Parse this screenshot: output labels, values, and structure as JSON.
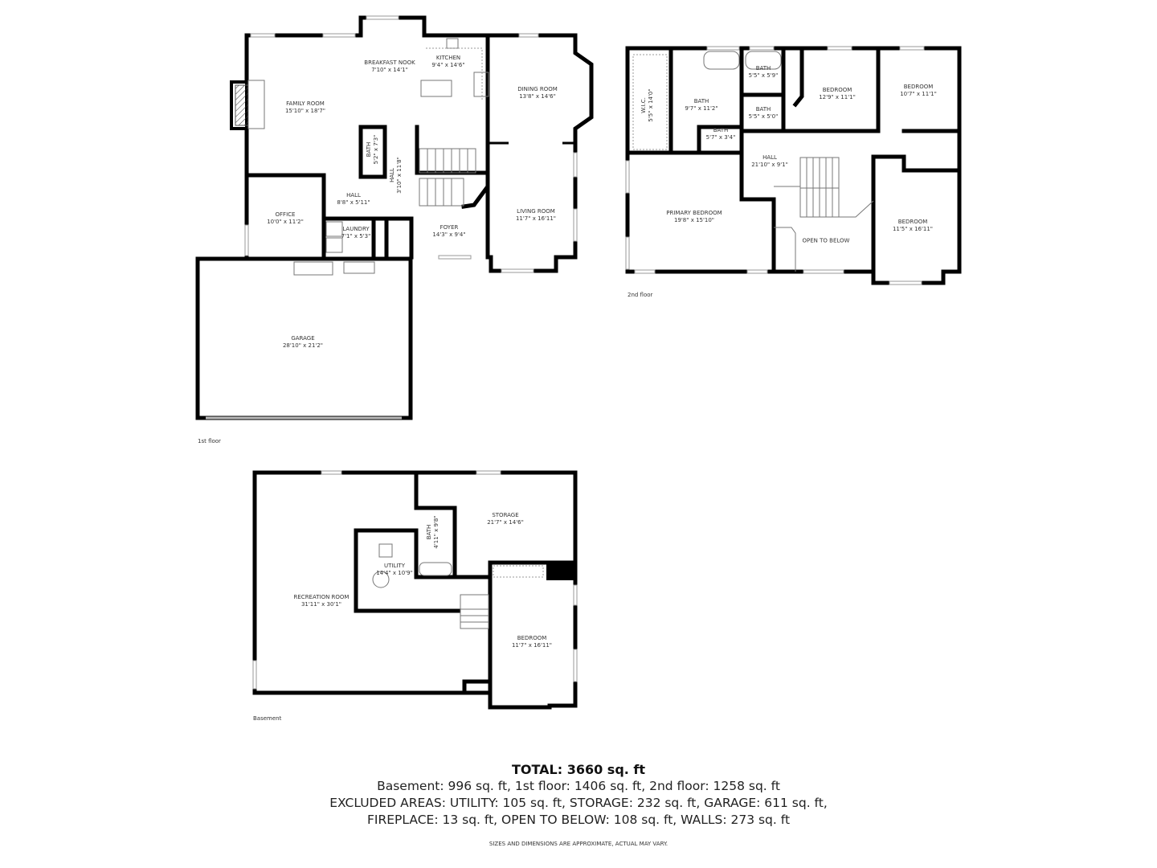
{
  "floors": {
    "first": {
      "label": "1st floor",
      "rooms": [
        {
          "name": "FAMILY ROOM",
          "dims": "15'10\" x 18'7\""
        },
        {
          "name": "BREAKFAST NOOK",
          "dims": "7'10\" x 14'1\""
        },
        {
          "name": "KITCHEN",
          "dims": "9'4\" x 14'6\""
        },
        {
          "name": "DINING ROOM",
          "dims": "13'8\" x 14'6\""
        },
        {
          "name": "LIVING ROOM",
          "dims": "11'7\" x 16'11\""
        },
        {
          "name": "BATH",
          "dims": "5'2\" x 7'3\""
        },
        {
          "name": "HALL",
          "dims": "3'10\" x 11'8\""
        },
        {
          "name": "HALL",
          "dims": "8'8\" x 5'11\""
        },
        {
          "name": "OFFICE",
          "dims": "10'0\" x 11'2\""
        },
        {
          "name": "LAUNDRY",
          "dims": "7'1\" x 5'3\""
        },
        {
          "name": "FOYER",
          "dims": "14'3\" x 9'4\""
        },
        {
          "name": "GARAGE",
          "dims": "28'10\" x 21'2\""
        }
      ]
    },
    "second": {
      "label": "2nd floor",
      "rooms": [
        {
          "name": "W.I.C.",
          "dims": "5'5\" x 14'0\""
        },
        {
          "name": "BATH",
          "dims": "9'7\" x 11'2\""
        },
        {
          "name": "BATH",
          "dims": "5'7\" x 3'4\""
        },
        {
          "name": "BATH",
          "dims": "5'5\" x 5'9\""
        },
        {
          "name": "BATH",
          "dims": "5'5\" x 5'0\""
        },
        {
          "name": "BEDROOM",
          "dims": "12'9\" x 11'1\""
        },
        {
          "name": "BEDROOM",
          "dims": "10'7\" x 11'1\""
        },
        {
          "name": "HALL",
          "dims": "21'10\" x 9'1\""
        },
        {
          "name": "PRIMARY BEDROOM",
          "dims": "19'8\" x 15'10\""
        },
        {
          "name": "OPEN TO BELOW",
          "dims": ""
        },
        {
          "name": "BEDROOM",
          "dims": "11'5\" x 16'11\""
        }
      ]
    },
    "basement": {
      "label": "Basement",
      "rooms": [
        {
          "name": "RECREATION ROOM",
          "dims": "31'11\" x 30'1\""
        },
        {
          "name": "UTILITY",
          "dims": "14'4\" x 10'9\""
        },
        {
          "name": "BATH",
          "dims": "4'11\" x 9'8\""
        },
        {
          "name": "STORAGE",
          "dims": "21'7\" x 14'6\""
        },
        {
          "name": "BEDROOM",
          "dims": "11'7\" x 16'11\""
        }
      ]
    }
  },
  "summary": {
    "total": "TOTAL: 3660 sq. ft",
    "floor_areas": "Basement: 996 sq. ft, 1st floor: 1406 sq. ft, 2nd floor: 1258 sq. ft",
    "excluded_1": "EXCLUDED AREAS: UTILITY: 105 sq. ft, STORAGE: 232 sq. ft, GARAGE: 611 sq. ft,",
    "excluded_2": "FIREPLACE: 13 sq. ft, OPEN TO BELOW: 108 sq. ft, WALLS: 273 sq. ft",
    "disclaimer": "SIZES AND DIMENSIONS ARE APPROXIMATE, ACTUAL MAY VARY."
  }
}
